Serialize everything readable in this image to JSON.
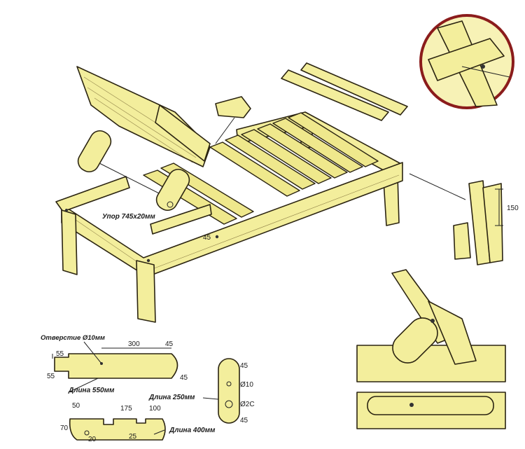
{
  "labels": {
    "stop": "Упор 745х20мм",
    "hole": "Отверстие Ø10мм",
    "len550": "Длина 550мм",
    "len250": "Длина 250мм",
    "len400": "Длина 400мм"
  },
  "dims": {
    "d45a": "45",
    "d150": "150",
    "d55a": "55",
    "d55b": "55",
    "d300": "300",
    "d45b": "45",
    "d45c": "45",
    "d45d": "45",
    "d45e": "45",
    "dia10": "Ø10",
    "dia20": "Ø2C",
    "d50": "50",
    "d175": "175",
    "d100": "100",
    "d70": "70",
    "d20": "20",
    "d25": "25"
  },
  "colors": {
    "wood": "#f3ee9c",
    "outline": "#2b2411",
    "circle": "#8b1c1c"
  }
}
